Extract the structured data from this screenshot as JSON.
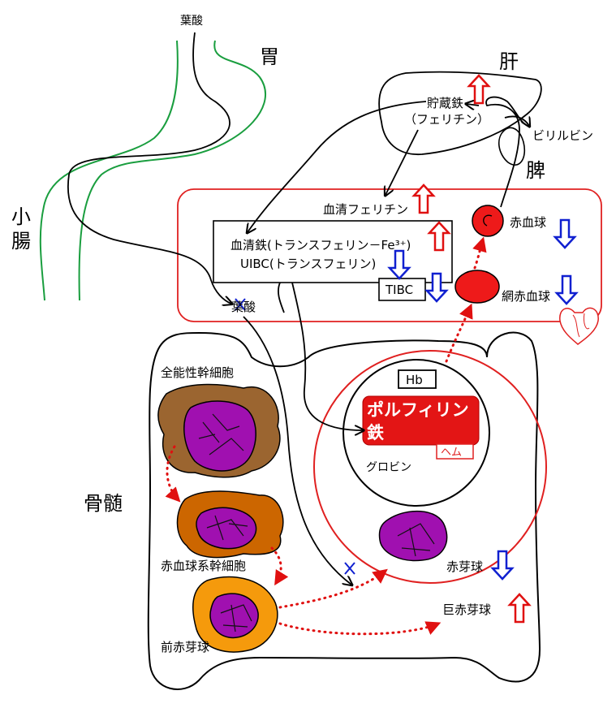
{
  "labels": {
    "folate_top": "葉酸",
    "stomach": "胃",
    "small_intestine": "小腸",
    "liver": "肝",
    "storage_iron": "貯蔵鉄",
    "ferritin": "（フェリチン）",
    "bilirubin": "ビリルビン",
    "spleen": "脾",
    "serum_ferritin": "血清フェリチン",
    "rbc": "赤血球",
    "serum_iron": "血清鉄(トランスフェリン－Fe³⁺)",
    "uibc": "UIBC(トランスフェリン)",
    "tibc": "TIBC",
    "reticulocyte": "網赤血球",
    "folate_blood": "葉酸",
    "hb": "Hb",
    "porphyrin": "ポルフィリン",
    "iron": "鉄",
    "heme": "ヘム",
    "globin": "グロビン",
    "pluripotent_stem_cell": "全能性幹細胞",
    "bone_marrow": "骨髄",
    "erythroid_stem_cell": "赤血球系幹細胞",
    "erythroblast": "赤芽球",
    "megaloblast": "巨赤芽球",
    "proerythroblast": "前赤芽球"
  },
  "colors": {
    "stomach_outline": "#1a9e3f",
    "blood_box": "#e02020",
    "up_arrow": "#e01010",
    "down_arrow": "#1020d0",
    "porphyrin_fill": "#e31515",
    "nucleus": "#a010b0",
    "stem_cell": "#9b6530",
    "erythroid_cell": "#cc6600",
    "proerythroblast_cell": "#f59a0c",
    "rbc_fill": "#ee1a1a"
  },
  "icons": [
    "heart-icon",
    "block-x-icon"
  ]
}
